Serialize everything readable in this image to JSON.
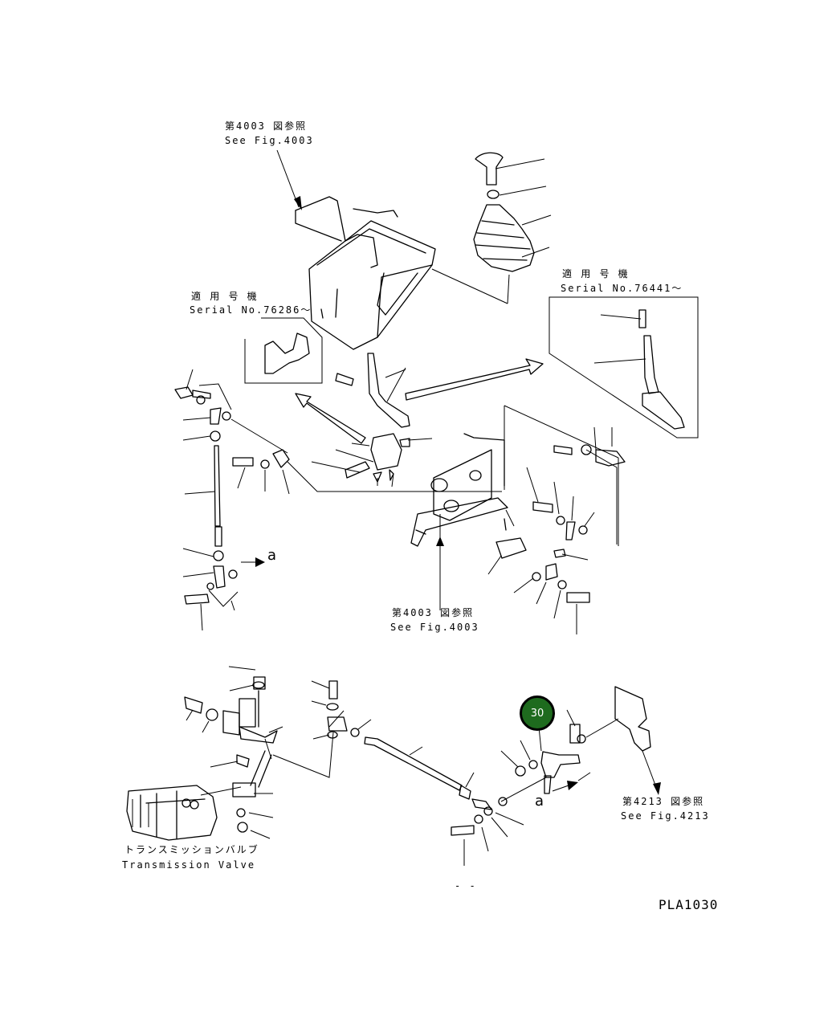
{
  "labels": {
    "ref_top_jp": "第4003 図参照",
    "ref_top_en": "See Fig.4003",
    "serial_left_jp": "適 用 号 機",
    "serial_left_en": "Serial No.76286～",
    "serial_right_jp": "適 用 号 機",
    "serial_right_en": "Serial No.76441～",
    "ref_mid_jp": "第4003 図参照",
    "ref_mid_en": "See Fig.4003",
    "ref_right_jp": "第4213 図参照",
    "ref_right_en": "See Fig.4213",
    "valve_jp": "トランスミッションバルブ",
    "valve_en": "Transmission Valve",
    "arrow_a_upper": "a",
    "arrow_a_lower": "a",
    "drawing_id": "PLA1030",
    "dashes": "- -"
  },
  "callout": {
    "number": "30",
    "fill": "#1e6b1e"
  },
  "colors": {
    "line": "#000000",
    "background": "#ffffff"
  }
}
